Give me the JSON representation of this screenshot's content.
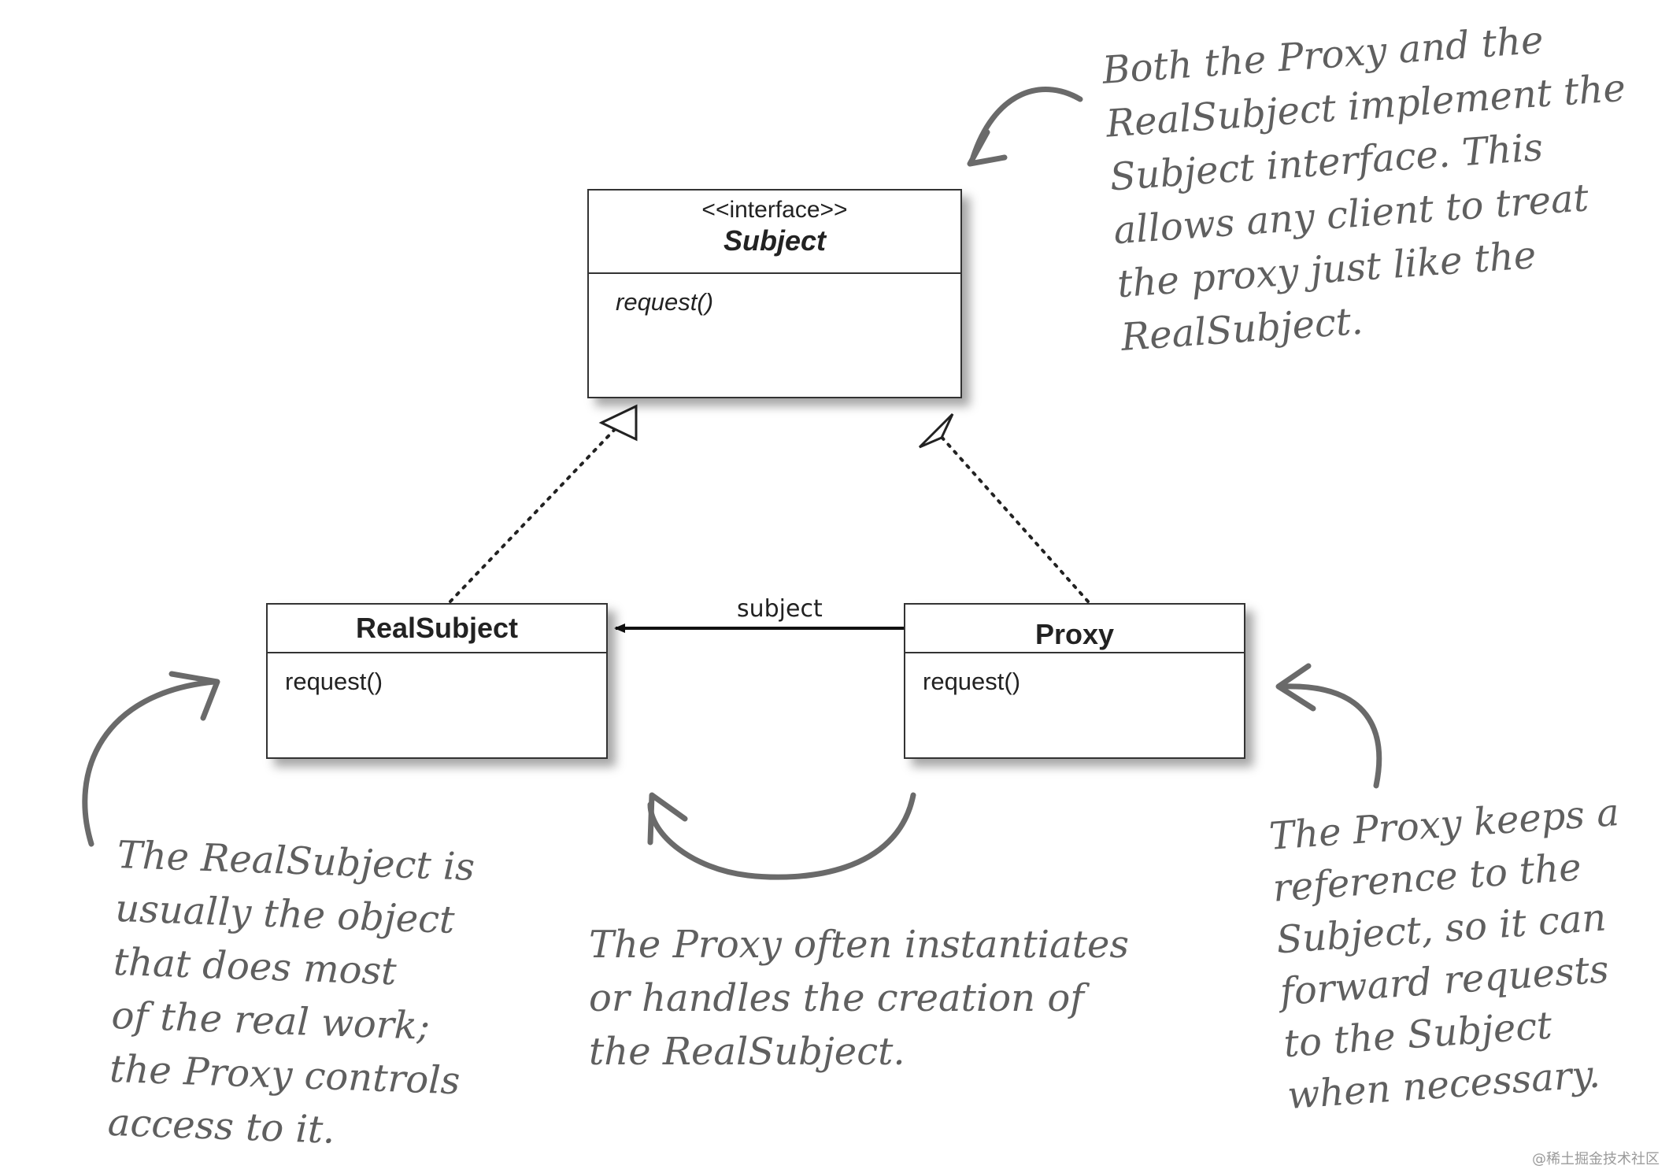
{
  "classes": {
    "subject": {
      "stereotype": "<<interface>>",
      "name": "Subject",
      "method": "request()"
    },
    "real_subject": {
      "name": "RealSubject",
      "method": "request()"
    },
    "proxy": {
      "name": "Proxy",
      "method": "request()"
    }
  },
  "association_label": "subject",
  "notes": {
    "top_right": "Both the Proxy and the\nRealSubject implement the\nSubject interface. This\nallows any client to treat\nthe proxy just like the\nRealSubject.",
    "bottom_left": "The RealSubject is\nusually the object\nthat does most\nof the real work;\nthe Proxy controls\naccess to it.",
    "bottom_center": "The Proxy often instantiates\nor handles the creation of\nthe RealSubject.",
    "bottom_right": "The Proxy keeps a\nreference to the\nSubject, so it can\nforward requests\nto the Subject\nwhen necessary."
  },
  "watermark": "@稀土掘金技术社区"
}
